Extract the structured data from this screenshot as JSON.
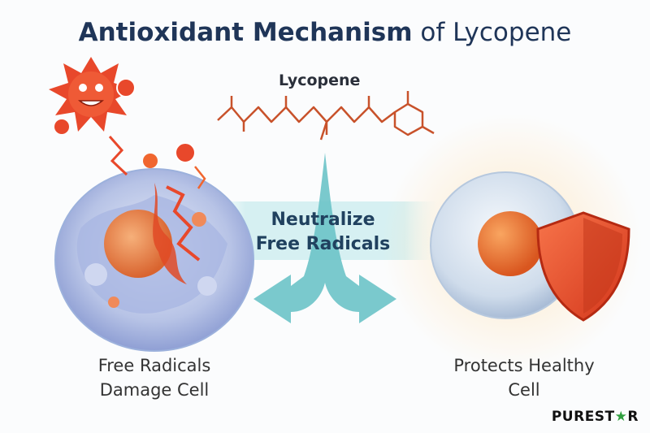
{
  "title": {
    "bold": "Antioxidant Mechanism",
    "light": "of Lycopene"
  },
  "molecule_label": "Lycopene",
  "center": {
    "line1": "Neutralize",
    "line2": "Free Radicals"
  },
  "left_caption": {
    "line1": "Free Radicals",
    "line2": "Damage Cell"
  },
  "right_caption": {
    "line1": "Protects Healthy",
    "line2": "Cell"
  },
  "brand": {
    "prefix": "PUREST",
    "star": "★",
    "suffix": "R"
  },
  "colors": {
    "title": "#1f3558",
    "radical": "#e8482b",
    "shield": "#e8482b",
    "arrow": "#6cc3c8",
    "brand_star": "#2f9f3e"
  }
}
